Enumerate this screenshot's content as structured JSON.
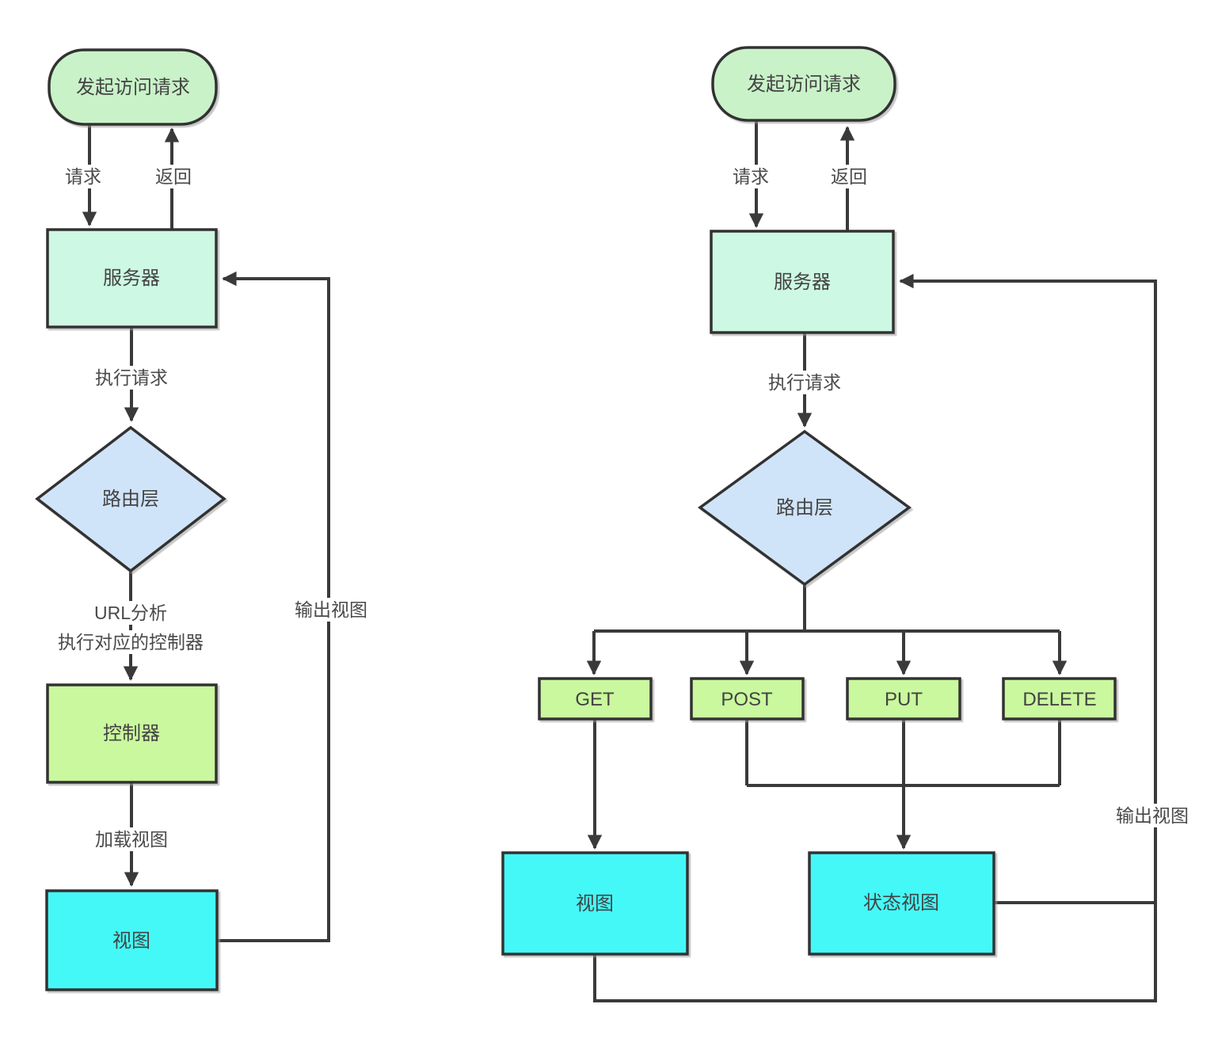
{
  "colors": {
    "line": "#3a3a3a",
    "text": "#4a4a4a",
    "start_fill": "#c9f2c8",
    "server_fill": "#cdf8e3",
    "router_fill": "#d0e4f9",
    "controller_fill": "#caf89e",
    "method_fill": "#caf89e",
    "view_fill": "#45f8f8"
  },
  "left_chart": {
    "start": "发起访问请求",
    "edge_request": "请求",
    "edge_return": "返回",
    "server": "服务器",
    "edge_execute": "执行请求",
    "router": "路由层",
    "edge_url_line1": "URL分析",
    "edge_url_line2": "执行对应的控制器",
    "controller": "控制器",
    "edge_load_view": "加载视图",
    "view": "视图",
    "edge_output_view": "输出视图"
  },
  "right_chart": {
    "start": "发起访问请求",
    "edge_request": "请求",
    "edge_return": "返回",
    "server": "服务器",
    "edge_execute": "执行请求",
    "router": "路由层",
    "methods": [
      "GET",
      "POST",
      "PUT",
      "DELETE"
    ],
    "view": "视图",
    "status_view": "状态视图",
    "edge_output_view": "输出视图"
  }
}
